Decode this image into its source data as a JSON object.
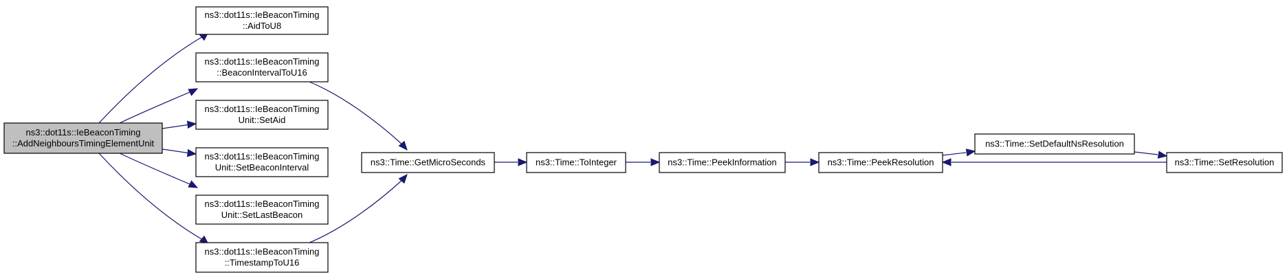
{
  "graph": {
    "colors": {
      "edge": "#191970",
      "root_fill": "#bfbfbf",
      "node_fill": "#ffffff",
      "border": "#000000"
    },
    "nodes": [
      {
        "id": "add_neighbours",
        "root": true,
        "lines": [
          "ns3::dot11s::IeBeaconTiming",
          "::AddNeighboursTimingElementUnit"
        ]
      },
      {
        "id": "aid_to_u8",
        "lines": [
          "ns3::dot11s::IeBeaconTiming",
          "::AidToU8"
        ]
      },
      {
        "id": "beacon_interval_to_u16",
        "lines": [
          "ns3::dot11s::IeBeaconTiming",
          "::BeaconIntervalToU16"
        ]
      },
      {
        "id": "unit_set_aid",
        "lines": [
          "ns3::dot11s::IeBeaconTiming",
          "Unit::SetAid"
        ]
      },
      {
        "id": "unit_set_beacon_interval",
        "lines": [
          "ns3::dot11s::IeBeaconTiming",
          "Unit::SetBeaconInterval"
        ]
      },
      {
        "id": "unit_set_last_beacon",
        "lines": [
          "ns3::dot11s::IeBeaconTiming",
          "Unit::SetLastBeacon"
        ]
      },
      {
        "id": "timestamp_to_u16",
        "lines": [
          "ns3::dot11s::IeBeaconTiming",
          "::TimestampToU16"
        ]
      },
      {
        "id": "get_micro_seconds",
        "lines": [
          "ns3::Time::GetMicroSeconds"
        ]
      },
      {
        "id": "to_integer",
        "lines": [
          "ns3::Time::ToInteger"
        ]
      },
      {
        "id": "peek_information",
        "lines": [
          "ns3::Time::PeekInformation"
        ]
      },
      {
        "id": "peek_resolution",
        "lines": [
          "ns3::Time::PeekResolution"
        ]
      },
      {
        "id": "set_default_ns_resolution",
        "lines": [
          "ns3::Time::SetDefaultNsResolution"
        ]
      },
      {
        "id": "set_resolution",
        "lines": [
          "ns3::Time::SetResolution"
        ]
      }
    ],
    "edges": [
      {
        "from": "add_neighbours",
        "to": "aid_to_u8"
      },
      {
        "from": "add_neighbours",
        "to": "beacon_interval_to_u16"
      },
      {
        "from": "add_neighbours",
        "to": "unit_set_aid"
      },
      {
        "from": "add_neighbours",
        "to": "unit_set_beacon_interval"
      },
      {
        "from": "add_neighbours",
        "to": "unit_set_last_beacon"
      },
      {
        "from": "add_neighbours",
        "to": "timestamp_to_u16"
      },
      {
        "from": "beacon_interval_to_u16",
        "to": "get_micro_seconds"
      },
      {
        "from": "timestamp_to_u16",
        "to": "get_micro_seconds"
      },
      {
        "from": "get_micro_seconds",
        "to": "to_integer"
      },
      {
        "from": "to_integer",
        "to": "peek_information"
      },
      {
        "from": "peek_information",
        "to": "peek_resolution"
      },
      {
        "from": "peek_resolution",
        "to": "set_default_ns_resolution"
      },
      {
        "from": "set_default_ns_resolution",
        "to": "set_resolution"
      },
      {
        "from": "set_resolution",
        "to": "peek_resolution"
      }
    ]
  }
}
